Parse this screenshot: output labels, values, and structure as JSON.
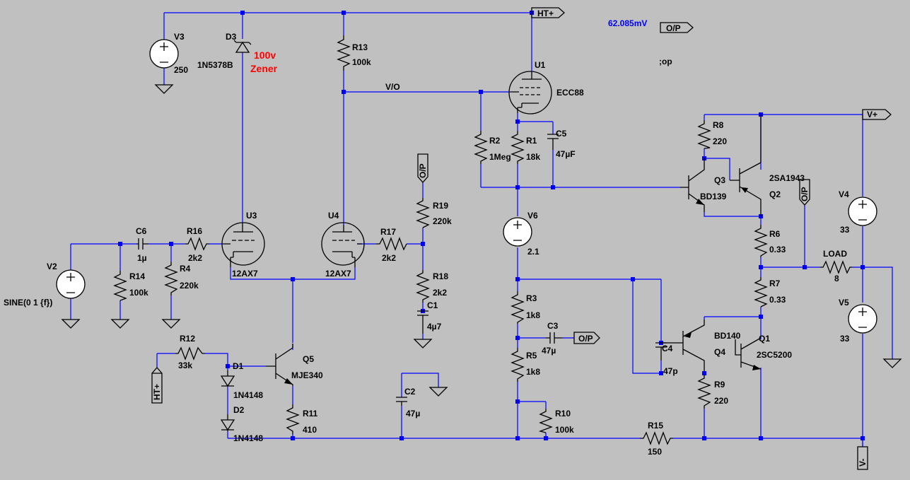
{
  "schematic": {
    "probe_readout": "62.085mV",
    "spice_directive": ";op",
    "flags": {
      "ht_plus": "HT+",
      "v_plus": "V+",
      "v_minus": "V-",
      "op": "O/P",
      "vo": "V/O"
    },
    "components": {
      "V3": {
        "name": "V3",
        "value": "250"
      },
      "D3": {
        "name": "D3",
        "value": "1N5378B"
      },
      "zener_note_1": "100v",
      "zener_note_2": "Zener",
      "R13": {
        "name": "R13",
        "value": "100k"
      },
      "U1": {
        "name": "U1",
        "value": "ECC88"
      },
      "R8": {
        "name": "R8",
        "value": "220"
      },
      "R2": {
        "name": "R2",
        "value": "1Meg"
      },
      "R1": {
        "name": "R1",
        "value": "18k"
      },
      "C5": {
        "name": "C5",
        "value": "47µF"
      },
      "Q3": {
        "name": "Q3",
        "value": "BD139"
      },
      "Q2": {
        "name": "Q2",
        "value": "2SA1943"
      },
      "R19": {
        "name": "R19",
        "value": "220k"
      },
      "R17": {
        "name": "R17",
        "value": "2k2"
      },
      "R18": {
        "name": "R18",
        "value": "2k2"
      },
      "C1": {
        "name": "C1",
        "value": "4µ7"
      },
      "U3": {
        "name": "U3",
        "value": "12AX7"
      },
      "U4": {
        "name": "U4",
        "value": "12AX7"
      },
      "C6": {
        "name": "C6",
        "value": "1µ"
      },
      "R16": {
        "name": "R16",
        "value": "2k2"
      },
      "V2": {
        "name": "V2",
        "value": "SINE(0 1 {f})"
      },
      "R14": {
        "name": "R14",
        "value": "100k"
      },
      "R4": {
        "name": "R4",
        "value": "220k"
      },
      "V6": {
        "name": "V6",
        "value": "2.1"
      },
      "R6": {
        "name": "R6",
        "value": "0.33"
      },
      "V4": {
        "name": "V4",
        "value": "33"
      },
      "LOAD": {
        "name": "LOAD",
        "value": "8"
      },
      "R7": {
        "name": "R7",
        "value": "0.33"
      },
      "V5": {
        "name": "V5",
        "value": "33"
      },
      "R3": {
        "name": "R3",
        "value": "1k8"
      },
      "C3": {
        "name": "C3",
        "value": "47µ"
      },
      "R5": {
        "name": "R5",
        "value": "1k8"
      },
      "R12": {
        "name": "R12",
        "value": "33k"
      },
      "D1": {
        "name": "D1",
        "value": "1N4148"
      },
      "D2": {
        "name": "D2",
        "value": "1N4148"
      },
      "Q5": {
        "name": "Q5",
        "value": "MJE340"
      },
      "R11": {
        "name": "R11",
        "value": "410"
      },
      "C2": {
        "name": "C2",
        "value": "47µ"
      },
      "C4": {
        "name": "C4",
        "value": "47p"
      },
      "Q4": {
        "name": "Q4",
        "value": "BD140"
      },
      "Q1": {
        "name": "Q1",
        "value": "2SC5200"
      },
      "R9": {
        "name": "R9",
        "value": "220"
      },
      "R10": {
        "name": "R10",
        "value": "100k"
      },
      "R15": {
        "name": "R15",
        "value": "150"
      }
    }
  }
}
